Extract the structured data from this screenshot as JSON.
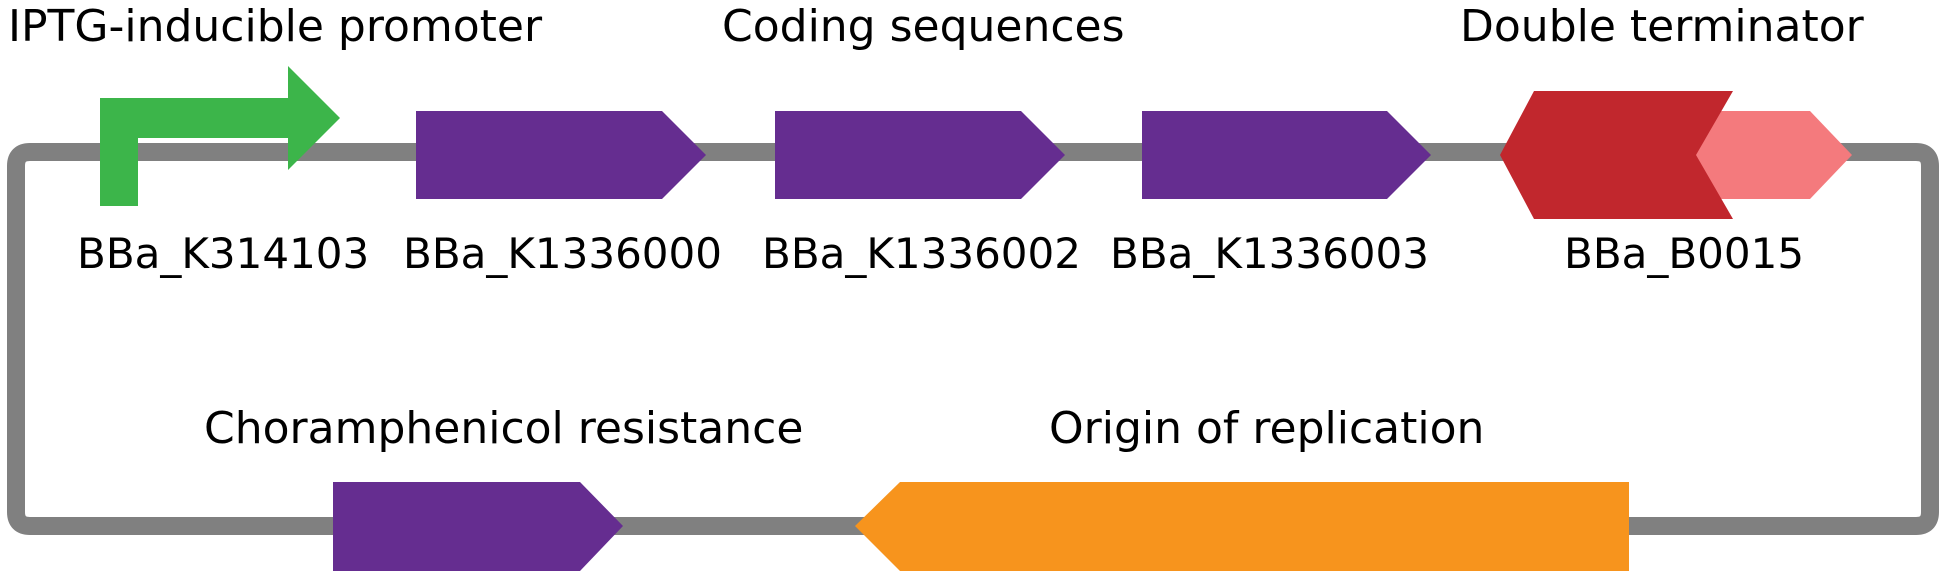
{
  "headings": {
    "promoter": "IPTG-inducible promoter",
    "coding": "Coding sequences",
    "terminator": "Double terminator",
    "resistance": "Choramphenicol resistance",
    "origin": "Origin of replication"
  },
  "parts": {
    "promoter": "BBa_K314103",
    "cds_1": "BBa_K1336000",
    "cds_2": "BBa_K1336002",
    "cds_3": "BBa_K1336003",
    "terminator": "BBa_B0015"
  },
  "colors": {
    "backbone": "#808080",
    "promoter": "#3cb54a",
    "coding": "#652d90",
    "terminator_dark": "#c1272d",
    "terminator_light": "#f47a7d",
    "origin": "#f7941d"
  }
}
